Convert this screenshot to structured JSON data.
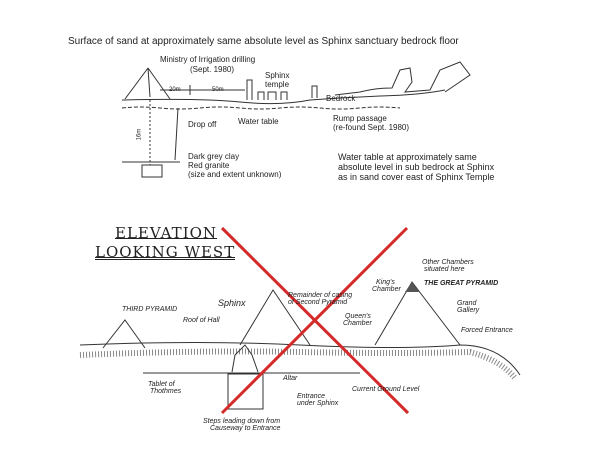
{
  "top_diagram": {
    "caption": "Surface of sand at approximately same absolute level as Sphinx sanctuary bedrock floor",
    "labels": {
      "drilling": "Ministry of Irrigation drilling",
      "drilling_date": "(Sept. 1980)",
      "sphinx_temple_1": "Sphinx",
      "sphinx_temple_2": "temple",
      "dist_20": "20m",
      "dist_50": "50m",
      "depth": "16m",
      "bedrock": "Bedrock",
      "drop_off": "Drop off",
      "water_table": "Water table",
      "rump_passage": "Rump passage",
      "rump_date": "(re-found Sept. 1980)",
      "clay": "Dark grey clay",
      "granite": "Red granite",
      "granite_note": "(size and extent unknown)"
    },
    "note": [
      "Water table at approximately same",
      "absolute level in sub bedrock at Sphinx",
      "as in sand cover east of Sphinx Temple"
    ]
  },
  "bottom_diagram": {
    "title_1": "ELEVATION",
    "title_2": "LOOKING WEST",
    "labels": {
      "third_pyramid": "THIRD PYRAMID",
      "sphinx": "Sphinx",
      "roof_hall": "Roof of Hall",
      "casing_1": "Remainder of casing",
      "casing_2": "of Second Pyramid",
      "kings_1": "King's",
      "kings_2": "Chamber",
      "other_1": "Other Chambers",
      "other_2": "situated here",
      "great_pyramid": "THE GREAT PYRAMID",
      "gallery_1": "Grand",
      "gallery_2": "Gallery",
      "queens_1": "Queen's",
      "queens_2": "Chamber",
      "forced": "Forced Entrance",
      "altar": "Altar",
      "ground": "Current Ground Level",
      "tablet_1": "Tablet of",
      "tablet_2": "Thothmes",
      "entrance_1": "Entrance",
      "entrance_2": "under Sphinx",
      "steps_1": "Steps leading down from",
      "steps_2": "Causeway to Entrance"
    }
  },
  "colors": {
    "cross": "#d42a2a"
  }
}
